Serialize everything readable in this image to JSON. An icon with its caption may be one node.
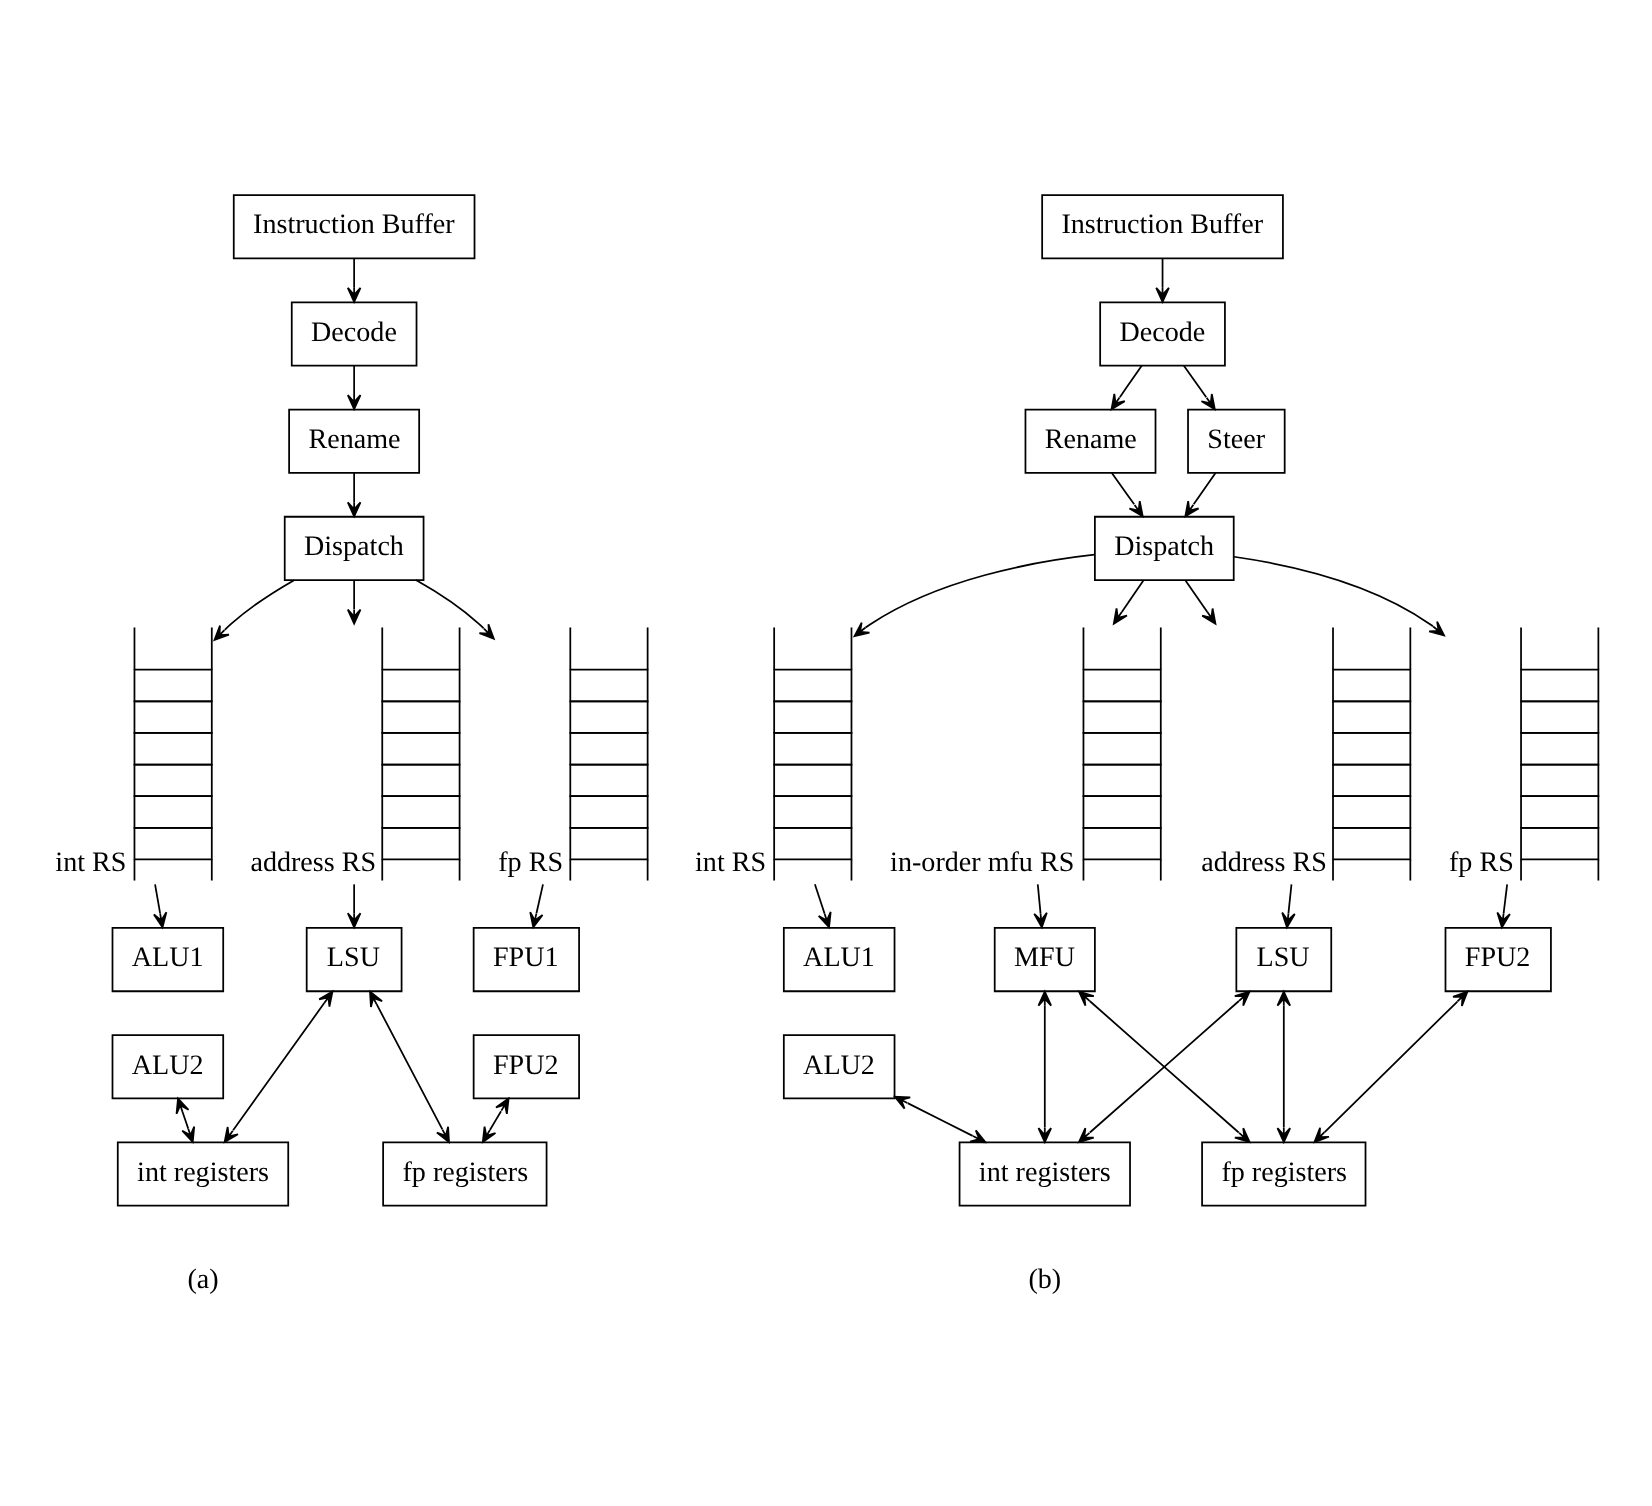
{
  "diagram": {
    "nodes": [
      {
        "text": [
          "Instruction Buffer"
        ]
      },
      {
        "text": [
          "Decode"
        ]
      },
      {
        "text": [
          "Rename"
        ]
      },
      {
        "text": [
          "Dispatch"
        ]
      },
      {
        "text": [
          "int RS"
        ]
      },
      {
        "text": [
          "address RS"
        ]
      },
      {
        "text": [
          "fp RS"
        ]
      },
      {
        "text": [
          "ALU1"
        ]
      },
      {
        "text": [
          "ALU2"
        ]
      },
      {
        "text": [
          "LSU"
        ]
      },
      {
        "text": [
          "FPU1"
        ]
      },
      {
        "text": [
          "FPU2"
        ]
      },
      {
        "text": [
          "int registers"
        ]
      },
      {
        "text": [
          "fp registers"
        ]
      },
      {
        "text": [
          "Instruction Buffer"
        ]
      },
      {
        "text": [
          "Decode"
        ]
      },
      {
        "text": [
          "Rename"
        ]
      },
      {
        "text": [
          "Steer"
        ]
      },
      {
        "text": [
          "Dispatch"
        ]
      },
      {
        "text": [
          "int RS"
        ]
      },
      {
        "text": [
          "address RS"
        ]
      },
      {
        "text": [
          "in-order mfu RS"
        ]
      },
      {
        "text": [
          "fp RS"
        ]
      },
      {
        "text": [
          "ALU1"
        ]
      },
      {
        "text": [
          "ALU2"
        ]
      },
      {
        "text": [
          "LSU"
        ]
      },
      {
        "text": [
          "MFU"
        ]
      },
      {
        "text": [
          "FPU2"
        ]
      },
      {
        "text": [
          "int registers"
        ]
      },
      {
        "text": [
          "fp registers"
        ]
      }
    ],
    "edges": [
      {
        "from": 0,
        "to": 1,
        "arrow": "to"
      },
      {
        "from": 1,
        "to": 2,
        "arrow": "to"
      },
      {
        "from": 2,
        "to": 3,
        "arrow": "to"
      },
      {
        "from": 3,
        "to": 4,
        "arrow": "to"
      },
      {
        "from": 3,
        "to": 5,
        "arrow": "to"
      },
      {
        "from": 3,
        "to": 6,
        "arrow": "to"
      },
      {
        "from": 4,
        "to": 7,
        "arrow": "to"
      },
      {
        "from": 5,
        "to": 9,
        "arrow": "to"
      },
      {
        "from": 6,
        "to": 10,
        "arrow": "to"
      },
      {
        "from": 8,
        "to": 12,
        "arrow": "both"
      },
      {
        "from": 9,
        "to": 12,
        "arrow": "both"
      },
      {
        "from": 9,
        "to": 13,
        "arrow": "both"
      },
      {
        "from": 11,
        "to": 13,
        "arrow": "both"
      },
      {
        "from": 14,
        "to": 15,
        "arrow": "to"
      },
      {
        "from": 15,
        "to": 16,
        "arrow": "to"
      },
      {
        "from": 15,
        "to": 17,
        "arrow": "to"
      },
      {
        "from": 16,
        "to": 18,
        "arrow": "to"
      },
      {
        "from": 17,
        "to": 18,
        "arrow": "to"
      },
      {
        "from": 18,
        "to": 19,
        "arrow": "to"
      },
      {
        "from": 18,
        "to": 20,
        "arrow": "to"
      },
      {
        "from": 18,
        "to": 21,
        "arrow": "to"
      },
      {
        "from": 18,
        "to": 22,
        "arrow": "to"
      },
      {
        "from": 19,
        "to": 23,
        "arrow": "to"
      },
      {
        "from": 20,
        "to": 25,
        "arrow": "to"
      },
      {
        "from": 21,
        "to": 26,
        "arrow": "to"
      },
      {
        "from": 22,
        "to": 27,
        "arrow": "to"
      },
      {
        "from": 24,
        "to": 28,
        "arrow": "both"
      },
      {
        "from": 25,
        "to": 28,
        "arrow": "both"
      },
      {
        "from": 25,
        "to": 29,
        "arrow": "both"
      },
      {
        "from": 26,
        "to": 28,
        "arrow": "both"
      },
      {
        "from": 26,
        "to": 29,
        "arrow": "both"
      },
      {
        "from": 27,
        "to": 29,
        "arrow": "both"
      }
    ],
    "labels": [
      "(a)",
      "(b)"
    ]
  }
}
